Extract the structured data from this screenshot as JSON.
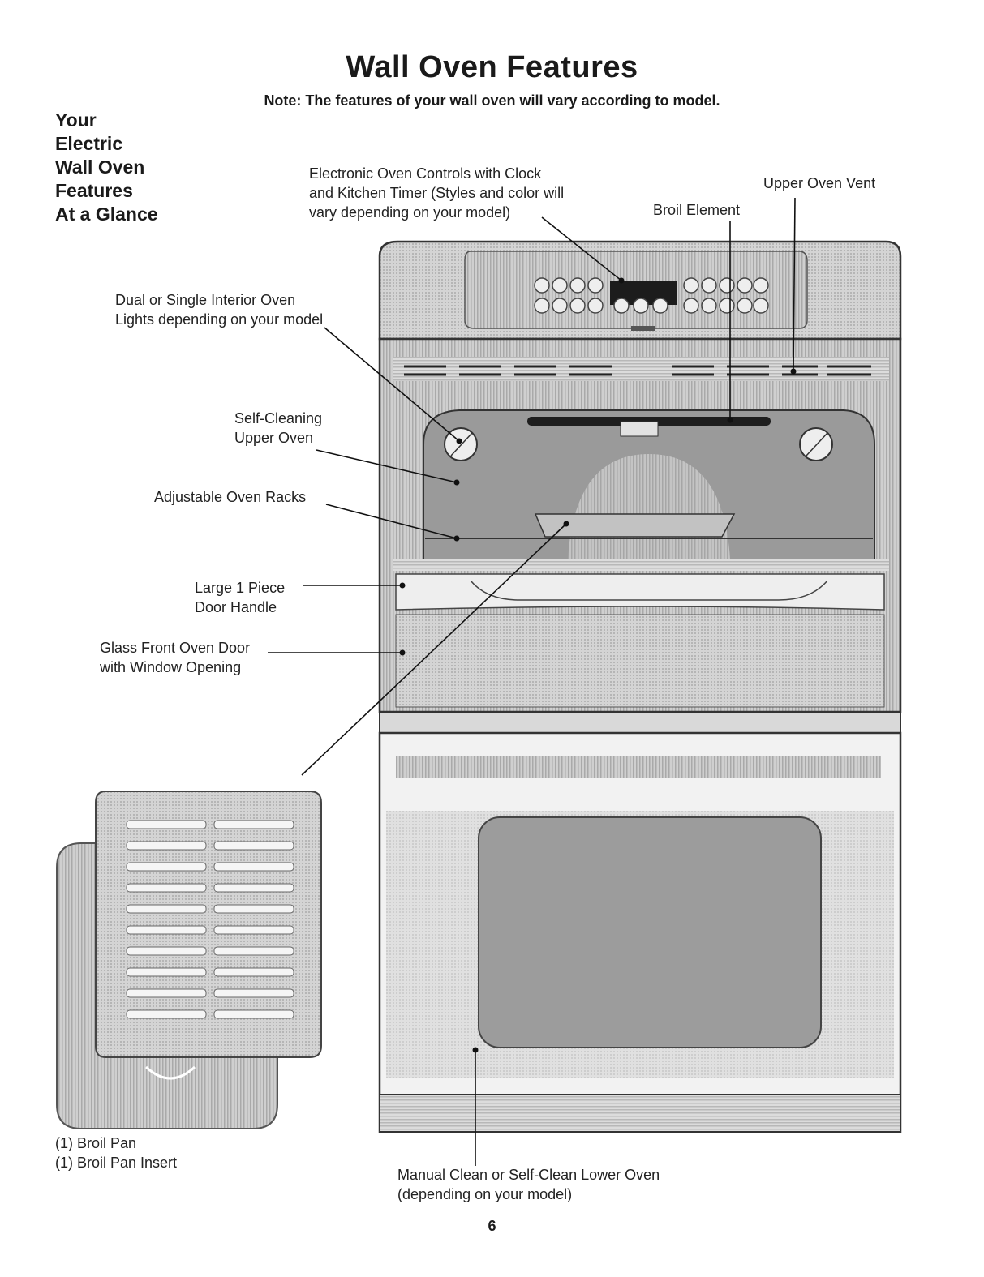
{
  "page": {
    "title": "Wall Oven Features",
    "note": "Note: The features of your wall oven will vary according to model.",
    "number": "6"
  },
  "side_heading": [
    "Your",
    "Electric",
    "Wall Oven",
    "Features",
    "At a Glance"
  ],
  "labels": {
    "controls": [
      "Electronic Oven Controls with Clock",
      "and Kitchen Timer (Styles and color will",
      "vary depending on your model)"
    ],
    "broil_element": "Broil Element",
    "upper_vent": "Upper Oven Vent",
    "lights": [
      "Dual or Single Interior Oven",
      "Lights depending on your model"
    ],
    "self_cleaning": [
      "Self-Cleaning",
      "Upper Oven"
    ],
    "racks": "Adjustable Oven Racks",
    "handle": [
      "Large 1 Piece",
      "Door Handle"
    ],
    "glass_door": [
      "Glass Front Oven Door",
      "with Window Opening"
    ],
    "broil_pan": [
      "(1) Broil Pan",
      "(1) Broil Pan Insert"
    ],
    "lower_oven": [
      "Manual Clean or Self-Clean Lower Oven",
      "(depending on your model)"
    ]
  },
  "colors": {
    "ink": "#1a1a1a",
    "oven_body": "#c9c9c9",
    "oven_dark": "#8f8f8f",
    "oven_light": "#e6e6e6",
    "display": "#1c1c1c"
  }
}
